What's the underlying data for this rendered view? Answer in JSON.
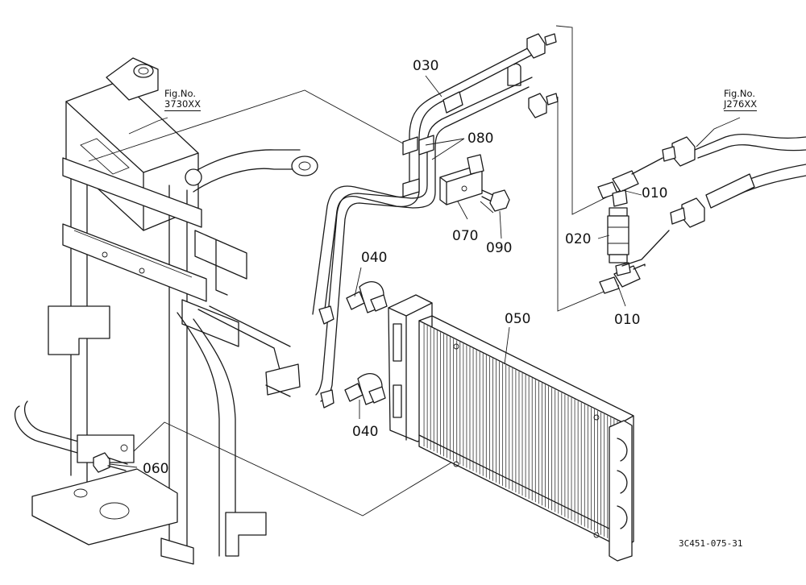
{
  "references": {
    "left": {
      "line1": "Fig.No.",
      "line2": "3730XX"
    },
    "right": {
      "line1": "Fig.No.",
      "line2": "J276XX"
    }
  },
  "parts": {
    "p010a": "010",
    "p010b": "010",
    "p020": "020",
    "p030": "030",
    "p040a": "040",
    "p040b": "040",
    "p050": "050",
    "p060": "060",
    "p070": "070",
    "p080": "080",
    "p090": "090"
  },
  "diagram_code": "3C451-075-31"
}
